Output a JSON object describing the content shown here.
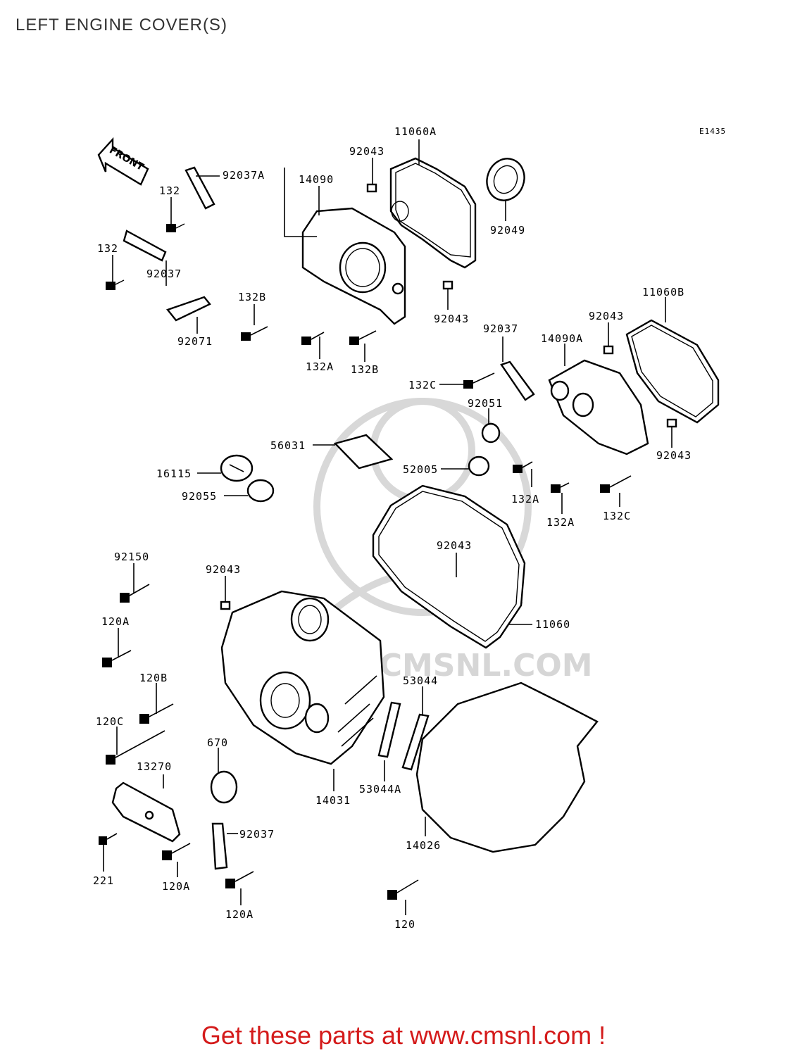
{
  "title": "LEFT ENGINE COVER(S)",
  "diagram_code": "E1435",
  "front_marker": "FRONT",
  "watermark": "WWW.CMSNL.COM",
  "footer": "Get these parts at www.cmsnl.com !",
  "labels": {
    "p11060A": "11060A",
    "p92043_a": "92043",
    "p92037A": "92037A",
    "p14090": "14090",
    "p132_a": "132",
    "p132_b": "132",
    "p92049": "92049",
    "p92037_a": "92037",
    "p132B_a": "132B",
    "p92043_b": "92043",
    "p92071": "92071",
    "p132A_a": "132A",
    "p132B_b": "132B",
    "p11060B": "11060B",
    "p92043_c": "92043",
    "p92037_b": "92037",
    "p14090A": "14090A",
    "p132C_a": "132C",
    "p92051": "92051",
    "p56031": "56031",
    "p92043_d": "92043",
    "p52005": "52005",
    "p16115": "16115",
    "p132A_b": "132A",
    "p132A_c": "132A",
    "p132C_b": "132C",
    "p92055": "92055",
    "p92150": "92150",
    "p92043_e": "92043",
    "p92043_f": "92043",
    "p11060": "11060",
    "p120A_a": "120A",
    "p120B": "120B",
    "p53044": "53044",
    "p120C": "120C",
    "p670": "670",
    "p13270": "13270",
    "p14031": "14031",
    "p53044A": "53044A",
    "p92037_c": "92037",
    "p14026": "14026",
    "p221": "221",
    "p120A_b": "120A",
    "p120A_c": "120A",
    "p120": "120"
  }
}
